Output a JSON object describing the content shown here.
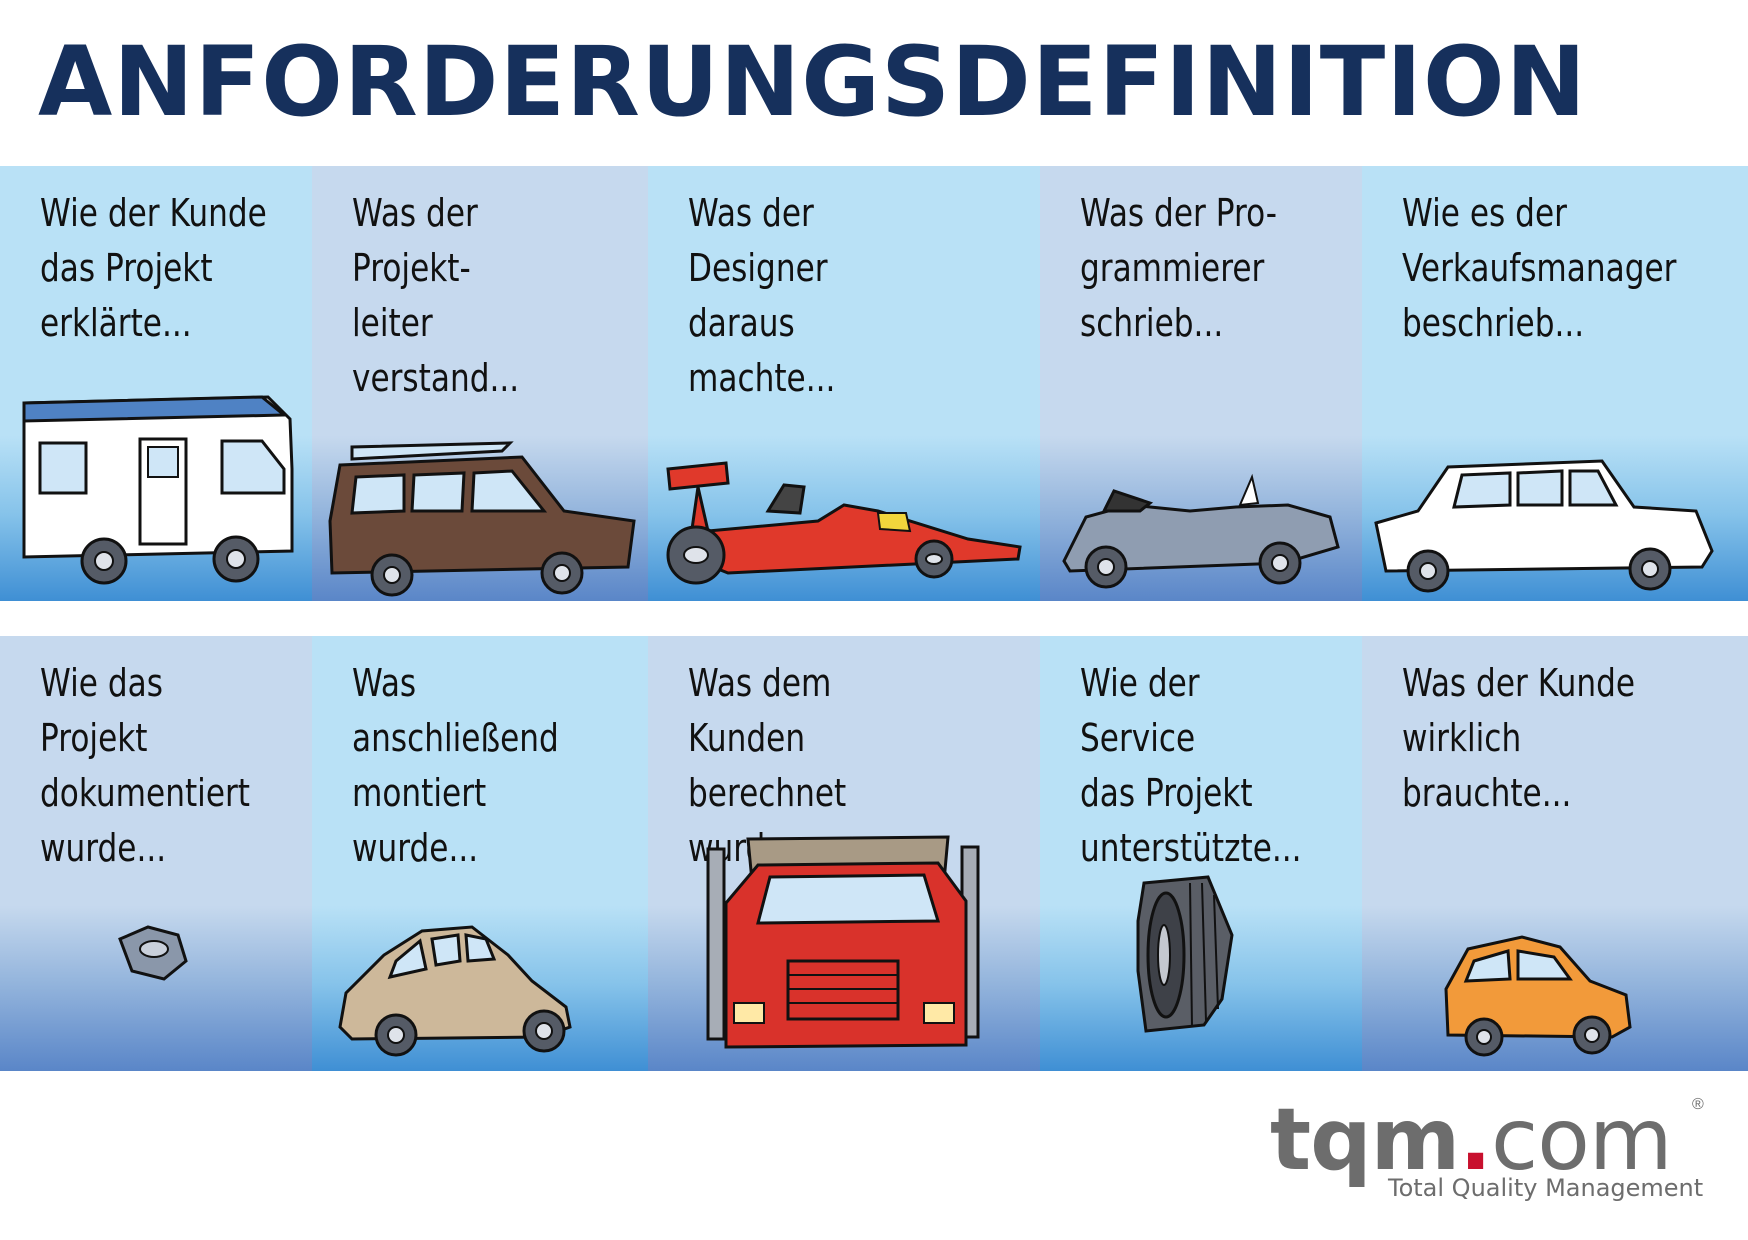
{
  "title": "ANFORDERUNGSDEFINITION",
  "panels_row1": [
    {
      "caption": "Wie der Kunde\ndas Projekt\nerklärte...",
      "icon": "motorhome-icon",
      "color": "#ffffff"
    },
    {
      "caption": "Was der Projekt-\nleiter verstand...",
      "icon": "station-wagon-icon",
      "color": "#6b4a3a"
    },
    {
      "caption": "Was der Designer\ndaraus machte...",
      "icon": "race-car-icon",
      "color": "#e0392b"
    },
    {
      "caption": "Was der Pro-\ngrammierer\nschrieb...",
      "icon": "convertible-car-icon",
      "color": "#8f9db1"
    },
    {
      "caption": "Wie es der\nVerkaufsmanager\nbeschrieb...",
      "icon": "limousine-icon",
      "color": "#ffffff"
    }
  ],
  "panels_row2": [
    {
      "caption": "Wie das Projekt\ndokumentiert\nwurde...",
      "icon": "hex-nut-icon",
      "color": "#8a97aa"
    },
    {
      "caption": "Was anschließend\nmontiert wurde...",
      "icon": "beetle-car-icon",
      "color": "#cdb89a"
    },
    {
      "caption": "Was dem Kunden\nberechnet wurde...",
      "icon": "truck-icon",
      "color": "#d9322b"
    },
    {
      "caption": "Wie der Service\ndas Projekt\nunterstützte...",
      "icon": "tire-icon",
      "color": "#5a5e66"
    },
    {
      "caption": "Was der Kunde\nwirklich brauchte...",
      "icon": "small-car-icon",
      "color": "#f29a3a"
    }
  ],
  "brand": {
    "name_prefix": "tqm",
    "dot": ".",
    "name_suffix": "com",
    "registered": "®",
    "tagline": "Total Quality Management"
  }
}
